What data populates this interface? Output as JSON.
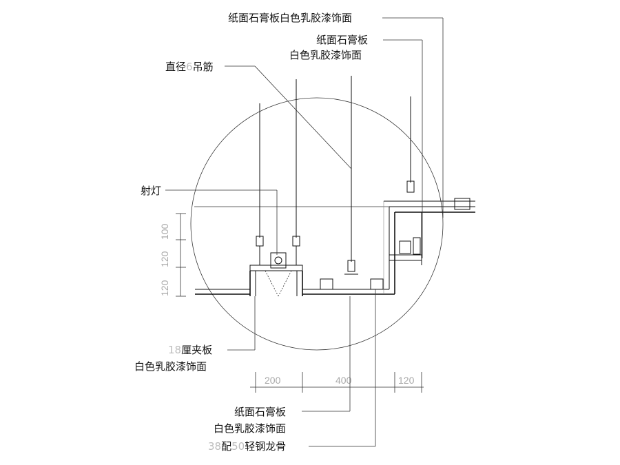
{
  "labels": {
    "top_board": "纸面石膏板白色乳胶漆饰面",
    "gypsum_board_a": "纸面石膏板",
    "latex_finish_a": "白色乳胶漆饰面",
    "rod_prefix": "直径",
    "rod_number": "6",
    "rod_suffix": "吊筋",
    "spotlight": "射灯",
    "plywood_number": "18",
    "plywood_suffix": "厘夹板",
    "plywood_finish": "白色乳胶漆饰面",
    "gypsum_board_b": "纸面石膏板",
    "latex_finish_b": "白色乳胶漆饰面",
    "keel_num1": "38",
    "keel_mid": "配",
    "keel_num2": "50",
    "keel_suffix": "轻钢龙骨"
  },
  "dimensions": {
    "vertical": [
      "120",
      "120",
      "100"
    ],
    "horizontal": [
      "200",
      "400",
      "120"
    ]
  },
  "colors": {
    "line": "#111111",
    "ghost_text": "#bdbdbd"
  }
}
